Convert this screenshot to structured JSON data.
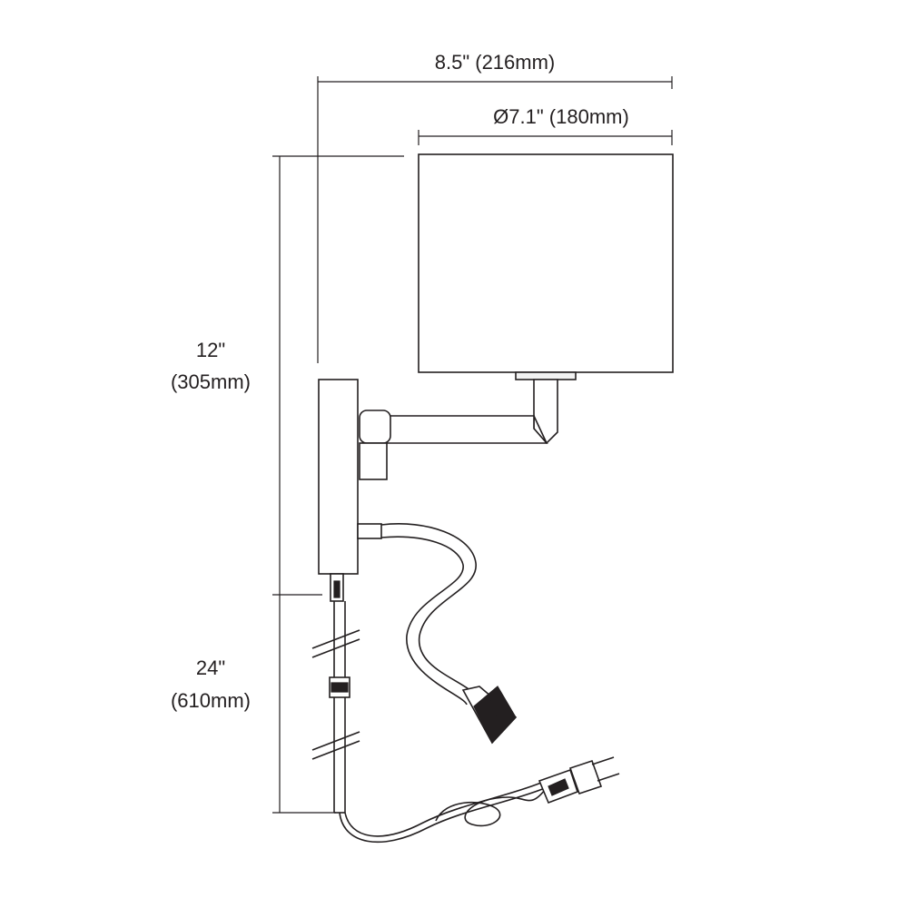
{
  "dimensions": {
    "total_width": "8.5\" (216mm)",
    "shade_diameter": "Ø7.1\" (180mm)",
    "height_line1": "12\"",
    "height_line2": "(305mm)",
    "cord_line1": "24\"",
    "cord_line2": "(610mm)"
  },
  "colors": {
    "line": "#231f20",
    "background": "#ffffff"
  }
}
